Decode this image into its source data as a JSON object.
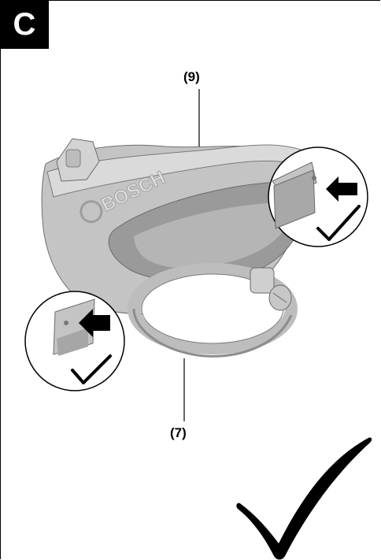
{
  "figure": {
    "badge_letter": "C",
    "callouts": {
      "guard": "(9)",
      "clamp": "(7)"
    },
    "watermark_text": "BOSCH",
    "colors": {
      "guard_fill": "#c4c4c4",
      "guard_shadow": "#8f8f8f",
      "guard_light": "#e2e2e2",
      "arrow": "#000000",
      "check": "#000000",
      "badge_bg": "#000000",
      "badge_text": "#ffffff"
    }
  }
}
